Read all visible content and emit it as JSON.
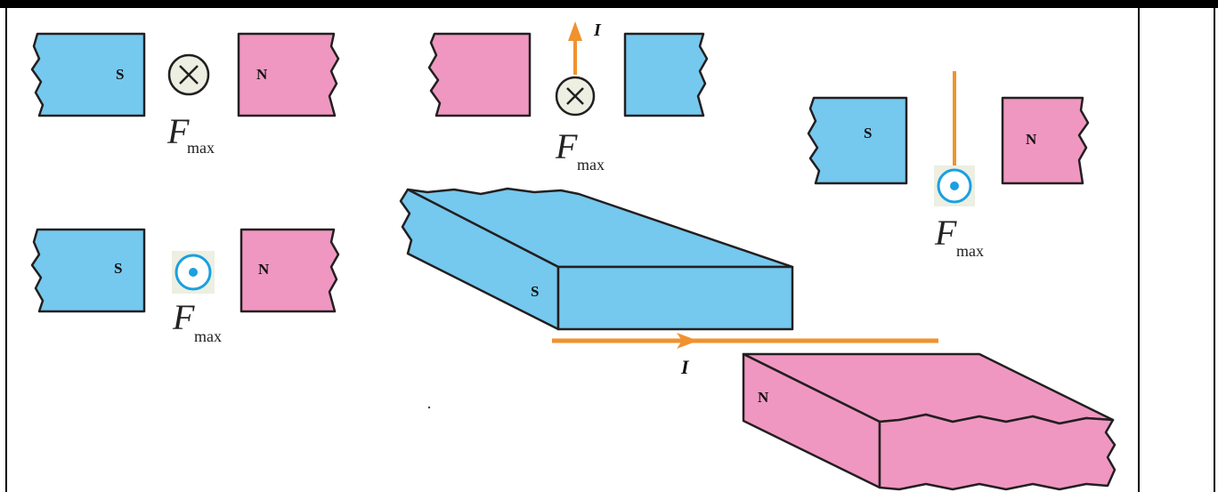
{
  "colors": {
    "magnet_blue": "#75c8ee",
    "magnet_pink": "#ef97c1",
    "current_orange": "#f0922e",
    "dot_blue": "#1aa0e0",
    "symbol_bg": "#ecefe1",
    "outline": "#231f20"
  },
  "labels": {
    "south": "S",
    "north": "N",
    "current": "I",
    "force": "F",
    "force_sub": "max"
  },
  "figures": [
    {
      "id": "fig-top-left",
      "left_pole": "S",
      "right_pole": "N",
      "force_symbol": "cross"
    },
    {
      "id": "fig-top-middle",
      "left_pole": "",
      "right_pole": "",
      "force_symbol": "cross",
      "current_direction": "up"
    },
    {
      "id": "fig-right",
      "left_pole": "S",
      "right_pole": "N",
      "force_symbol": "dot",
      "current_direction": "vertical"
    },
    {
      "id": "fig-bottom-left",
      "left_pole": "S",
      "right_pole": "N",
      "force_symbol": "dot"
    },
    {
      "id": "fig-3d",
      "top_pole": "S",
      "bottom_pole": "N",
      "current_direction": "right"
    }
  ]
}
